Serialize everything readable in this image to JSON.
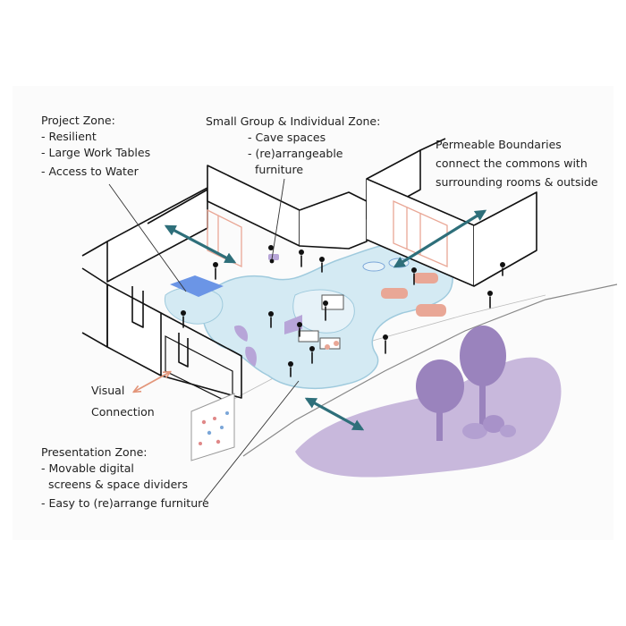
{
  "colors": {
    "wall": "#111111",
    "commons_fill": "#d4eaf3",
    "commons_stroke": "#9fcadd",
    "arrow_teal": "#2e6f7a",
    "arrow_salmon": "#e3967a",
    "landscape": "#c8b8dc",
    "tree": "#9a83bd",
    "furniture_pink": "#e9a796",
    "screen_purple": "#b7a5d8",
    "table_blue": "#6b95e6",
    "leader": "#333333",
    "text": "#222222"
  },
  "labels": {
    "project_zone": {
      "title": "Project Zone:",
      "items": [
        "- Resilient",
        "- Large Work Tables",
        "- Access to Water"
      ]
    },
    "small_group_zone": {
      "title": "Small Group & Individual Zone:",
      "items": [
        "- Cave spaces",
        "- (re)arrangeable",
        "furniture"
      ]
    },
    "permeable_boundaries": {
      "lines": [
        "Permeable Boundaries",
        "connect the commons with",
        "surrounding rooms & outside"
      ]
    },
    "visual_connection": {
      "lines": [
        "Visual",
        "Connection"
      ]
    },
    "presentation_zone": {
      "title": "Presentation Zone:",
      "items": [
        "- Movable digital",
        "screens & space dividers",
        "- Easy to (re)arrange furniture"
      ]
    }
  }
}
